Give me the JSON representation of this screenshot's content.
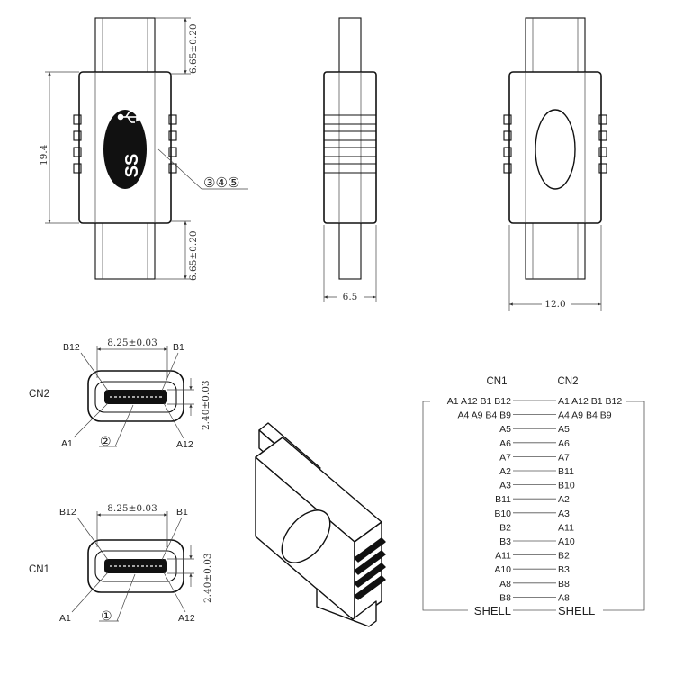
{
  "top_views": {
    "front": {
      "dim_top": "6.65±0.20",
      "dim_height": "19.4",
      "dim_bottom": "6.65±0.20",
      "callout": "③④⑤",
      "logo_text": "SS"
    },
    "side": {
      "dim_width": "6.5"
    },
    "back": {
      "dim_width": "12.0"
    }
  },
  "cn2_view": {
    "label": "CN2",
    "dim_width": "8.25±0.03",
    "dim_height": "2.40±0.03",
    "pin_top_left": "B12",
    "pin_top_right": "B1",
    "pin_bottom_left": "A1",
    "pin_bottom_right": "A12",
    "callout": "②"
  },
  "cn1_view": {
    "label": "CN1",
    "dim_width": "8.25±0.03",
    "dim_height": "2.40±0.03",
    "pin_top_left": "B12",
    "pin_top_right": "B1",
    "pin_bottom_left": "A1",
    "pin_bottom_right": "A12",
    "callout": "①"
  },
  "pinout": {
    "header_left": "CN1",
    "header_right": "CN2",
    "rows": [
      {
        "left": "A1 A12 B1 B12",
        "right": "A1 A12 B1 B12"
      },
      {
        "left": "A4 A9 B4 B9",
        "right": "A4 A9 B4 B9"
      },
      {
        "left": "A5",
        "right": "A5"
      },
      {
        "left": "A6",
        "right": "A6"
      },
      {
        "left": "A7",
        "right": "A7"
      },
      {
        "left": "A2",
        "right": "B11"
      },
      {
        "left": "A3",
        "right": "B10"
      },
      {
        "left": "B11",
        "right": "A2"
      },
      {
        "left": "B10",
        "right": "A3"
      },
      {
        "left": "B2",
        "right": "A11"
      },
      {
        "left": "B3",
        "right": "A10"
      },
      {
        "left": "A11",
        "right": "B2"
      },
      {
        "left": "A10",
        "right": "B3"
      },
      {
        "left": "A8",
        "right": "B8"
      },
      {
        "left": "B8",
        "right": "A8"
      }
    ],
    "shell_left": "SHELL",
    "shell_right": "SHELL"
  }
}
